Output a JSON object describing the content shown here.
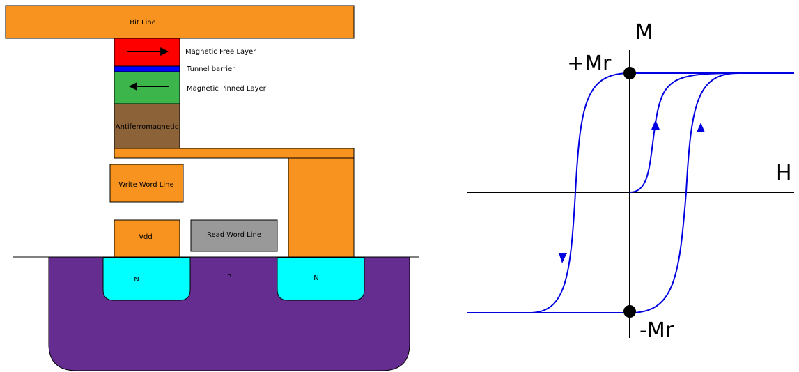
{
  "mram_cell": {
    "bit_line": "Bit Line",
    "free_layer": "Magnetic Free Layer",
    "tunnel_barrier": "Tunnel barrier",
    "pinned_layer": "Magnetic Pinned Layer",
    "antiferromagnetic": "Antiferromagnetic",
    "write_word_line": "Write Word Line",
    "vdd": "Vdd",
    "read_word_line": "Read Word Line",
    "n_left": "N",
    "p_region": "P",
    "n_right": "N"
  },
  "hysteresis": {
    "axis_m": "M",
    "axis_h": "H",
    "plus_mr": "+Mr",
    "minus_mr": "-Mr"
  },
  "colors": {
    "orange": "#f7931e",
    "red": "#ff0000",
    "tunnel_blue": "#0000ff",
    "green": "#3cb54a",
    "brown": "#8c6239",
    "gray": "#999999",
    "purple": "#662d91",
    "cyan": "#00ffff",
    "curve_blue": "#0000e0"
  }
}
